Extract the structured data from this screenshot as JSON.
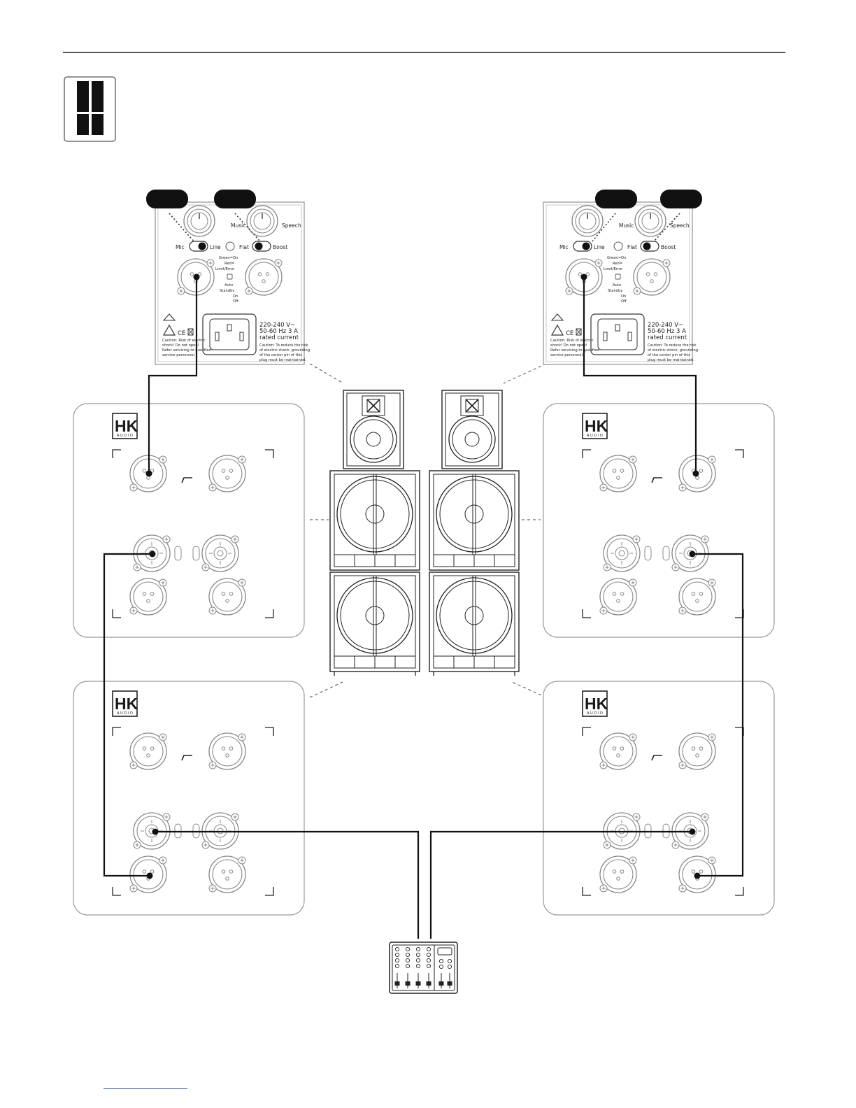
{
  "monitor_panel": {
    "input_mode": [
      "Mic",
      "Line"
    ],
    "voicing": [
      "Music",
      "Speech"
    ],
    "eq": [
      "Flat",
      "Boost"
    ],
    "status_led": [
      "Green=On",
      "Red=",
      "Limit/Error"
    ],
    "standby_title": [
      "Auto",
      "Standby"
    ],
    "standby_options": [
      "On",
      "Off"
    ],
    "power_rating": [
      "220-240 V~",
      "50-60 Hz   3 A",
      "rated current"
    ],
    "warning_left": [
      "Caution: Risk of electric",
      "shock! Do not open!",
      "Refer servicing to qualified",
      "service personnel."
    ],
    "warning_right": [
      "Caution: To reduce the risk",
      "of electric shock, grounding",
      "of the center pin of this",
      "plug must be maintained."
    ],
    "ce_mark": "CE"
  },
  "sub_panel": {
    "logo_main": "HK",
    "logo_sub": "AUDIO"
  },
  "colors": {
    "line": "#111111",
    "panel_border": "#9a9a9a",
    "connector": "#7a7a7a",
    "link": "#3a5bbf"
  },
  "icons": [
    "system-config-icon",
    "mixer-icon",
    "xlr-connector-icon",
    "speaker-icon"
  ]
}
